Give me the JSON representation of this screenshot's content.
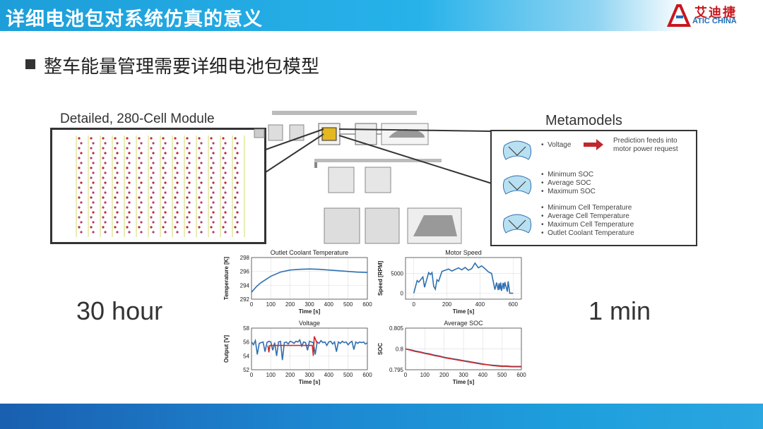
{
  "header": {
    "title": "详细电池包对系统仿真的意义"
  },
  "logo": {
    "cn": "艾迪捷",
    "en": "ATIC CHINA"
  },
  "subtitle": "整车能量管理需要详细电池包模型",
  "labels": {
    "detailed": "Detailed, 280-Cell Module",
    "metamodels": "Metamodels",
    "time_left": "30 hour",
    "time_right": "1 min"
  },
  "metamodels": {
    "group1": [
      "Voltage"
    ],
    "prediction": "Prediction feeds into motor power request",
    "group2": [
      "Minimum SOC",
      "Average SOC",
      "Maximum SOC"
    ],
    "group3": [
      "Minimum Cell Temperature",
      "Average Cell Temperature",
      "Maximum Cell Temperature",
      "Outlet Coolant Temperature"
    ]
  },
  "colors": {
    "accent": "#1d9ed9",
    "arrow": "#c0282d",
    "series_blue": "#2f6fb0",
    "series_red": "#d02828"
  },
  "chart_data": [
    {
      "type": "line",
      "title": "Outlet Coolant Temperature",
      "xlabel": "Time [s]",
      "ylabel": "Temperature [K]",
      "xlim": [
        0,
        600
      ],
      "ylim": [
        292,
        298
      ],
      "xticks": [
        0,
        100,
        200,
        300,
        400,
        500,
        600
      ],
      "yticks": [
        292,
        294,
        296,
        298
      ],
      "series": [
        {
          "x": [
            0,
            25,
            50,
            100,
            150,
            200,
            250,
            300,
            350,
            400,
            450,
            500,
            550,
            600
          ],
          "values": [
            293.0,
            293.8,
            294.4,
            295.3,
            295.9,
            296.2,
            296.3,
            296.35,
            296.3,
            296.2,
            296.1,
            296.0,
            295.9,
            295.85
          ]
        }
      ]
    },
    {
      "type": "line",
      "title": "Motor Speed",
      "xlabel": "Time [s]",
      "ylabel": "Speed [RPM]",
      "xlim": [
        -50,
        650
      ],
      "ylim": [
        -1500,
        9000
      ],
      "xticks": [
        0,
        200,
        400,
        600
      ],
      "yticks": [
        0,
        5000
      ],
      "series": [
        {
          "x": [
            0,
            20,
            30,
            45,
            55,
            65,
            75,
            90,
            100,
            110,
            120,
            130,
            140,
            150,
            170,
            190,
            210,
            230,
            250,
            270,
            290,
            310,
            330,
            350,
            370,
            390,
            410,
            430,
            450,
            470,
            490,
            500,
            510,
            515,
            520,
            525,
            530,
            540,
            545,
            550,
            560,
            565,
            570,
            580,
            590,
            600
          ],
          "values": [
            0,
            3200,
            2800,
            3600,
            4100,
            1500,
            3000,
            5200,
            4700,
            5200,
            1800,
            1000,
            3400,
            3000,
            5500,
            5800,
            6100,
            5600,
            6000,
            6400,
            5900,
            6500,
            5800,
            6200,
            7600,
            6400,
            6900,
            6200,
            5400,
            5000,
            900,
            2700,
            800,
            2500,
            900,
            2700,
            600,
            2600,
            1000,
            2800,
            1200,
            400,
            3000,
            0,
            0,
            0
          ]
        }
      ]
    },
    {
      "type": "line",
      "title": "Voltage",
      "xlabel": "Time [s]",
      "ylabel": "Output [V]",
      "xlim": [
        0,
        600
      ],
      "ylim": [
        52,
        58
      ],
      "xticks": [
        0,
        100,
        200,
        300,
        400,
        500,
        600
      ],
      "yticks": [
        52,
        54,
        56,
        58
      ],
      "series": [
        {
          "name": "",
          "x": [
            0,
            10,
            20,
            30,
            40,
            50,
            60,
            70,
            80,
            90,
            100,
            110,
            120,
            130,
            140,
            150,
            160,
            170,
            180,
            190,
            200,
            210,
            220,
            230,
            240,
            250,
            260,
            270,
            280,
            290,
            300,
            310,
            320,
            330,
            340,
            350,
            360,
            370,
            380,
            390,
            400,
            410,
            420,
            430,
            440,
            450,
            460,
            470,
            480,
            490,
            500,
            510,
            520,
            530,
            540,
            550,
            560,
            570,
            580,
            590,
            600
          ],
          "values": [
            56.0,
            55.6,
            56.2,
            54.2,
            55.8,
            55.9,
            56.0,
            54.6,
            55.9,
            56.1,
            56.0,
            54.8,
            55.9,
            54.0,
            56.0,
            56.1,
            53.4,
            55.9,
            56.0,
            55.7,
            56.1,
            56.0,
            55.8,
            56.1,
            56.0,
            56.3,
            55.4,
            56.0,
            55.9,
            54.8,
            56.1,
            56.0,
            55.9,
            54.2,
            56.0,
            55.8,
            56.2,
            55.9,
            56.0,
            55.5,
            56.0,
            56.1,
            55.7,
            56.0,
            54.6,
            56.0,
            55.8,
            56.1,
            55.9,
            56.0,
            55.6,
            55.9,
            56.1,
            54.9,
            56.0,
            55.8,
            56.0,
            55.9,
            56.0,
            55.7,
            55.9
          ]
        },
        {
          "name": "",
          "x": [
            85,
            90,
            95,
            315,
            320,
            325,
            340
          ],
          "values": [
            55.5,
            54.5,
            55.5,
            55.5,
            54.0,
            56.8,
            55.8
          ]
        }
      ]
    },
    {
      "type": "line",
      "title": "Average SOC",
      "xlabel": "Time [s]",
      "ylabel": "SOC",
      "xlim": [
        0,
        600
      ],
      "ylim": [
        0.795,
        0.805
      ],
      "xticks": [
        0,
        100,
        200,
        300,
        400,
        500,
        600
      ],
      "yticks": [
        0.795,
        0.8,
        0.805
      ],
      "series": [
        {
          "x": [
            0,
            25,
            50,
            75,
            100,
            125,
            150,
            175,
            200,
            225,
            250,
            275,
            300,
            325,
            350,
            375,
            400,
            425,
            450,
            475,
            500,
            525,
            550,
            575,
            600
          ],
          "values": [
            0.8,
            0.7998,
            0.7995,
            0.7993,
            0.799,
            0.7988,
            0.7985,
            0.7983,
            0.798,
            0.7978,
            0.7976,
            0.7974,
            0.7972,
            0.797,
            0.7968,
            0.7966,
            0.7964,
            0.7962,
            0.7961,
            0.796,
            0.7959,
            0.7959,
            0.7958,
            0.7958,
            0.7958
          ]
        },
        {
          "x": [
            0,
            25,
            50,
            75,
            100,
            125,
            150,
            175,
            200,
            225,
            250,
            275,
            300,
            325,
            350,
            375,
            400,
            425,
            450,
            475,
            500,
            525,
            550,
            575,
            600
          ],
          "values": [
            0.8,
            0.7997,
            0.7994,
            0.7992,
            0.7989,
            0.7987,
            0.7984,
            0.7982,
            0.7979,
            0.7977,
            0.7975,
            0.7973,
            0.7971,
            0.7969,
            0.7967,
            0.7965,
            0.7963,
            0.7962,
            0.796,
            0.7959,
            0.7958,
            0.7958,
            0.7957,
            0.7957,
            0.7957
          ]
        }
      ]
    }
  ]
}
